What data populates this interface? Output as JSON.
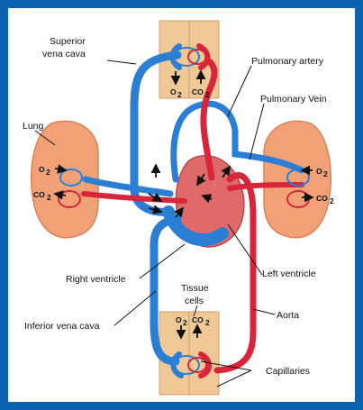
{
  "labels": {
    "superior_vena_cava_1": "Superior",
    "superior_vena_cava_2": "vena cava",
    "pulmonary_artery": "Pulmonary artery",
    "pulmonary_vein": "Pulmonary Vein",
    "lung": "Lung",
    "right_ventricle": "Right ventricle",
    "left_ventricle": "Left ventricle",
    "tissue_cells_1": "Tissue",
    "tissue_cells_2": "cells",
    "inferior_vena_cava": "Inferior vena cava",
    "aorta": "Aorta",
    "capillaries": "Capillaries"
  },
  "gases": {
    "o2": "O",
    "co2": "CO",
    "sub2": "2"
  },
  "colors": {
    "frame": "#0b62b0",
    "vein_blue": "#2a7fd4",
    "artery_red": "#d8253a",
    "tissue": "#efc896",
    "lung": "#f2a177",
    "heart": "#e06a6a"
  }
}
